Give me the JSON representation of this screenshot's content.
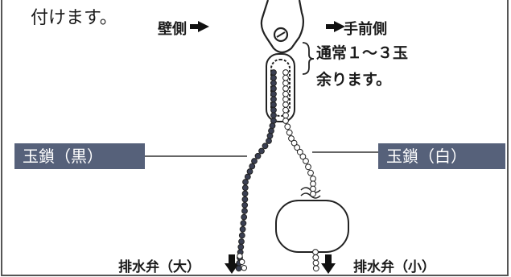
{
  "intro_text": "付けます。",
  "direction": {
    "wall_side": "壁側",
    "front_side": "手前側"
  },
  "note": {
    "line1": "通常１～３玉",
    "line2": "余ります。"
  },
  "labels": {
    "black_chain": "玉鎖（黒）",
    "white_chain": "玉鎖（白）",
    "drain_large": "排水弁（大）",
    "drain_small": "排水弁（小）"
  },
  "colors": {
    "label_bg": "#56617a",
    "dark_bead": "#3a3f52",
    "light_bead": "#ffffff"
  }
}
